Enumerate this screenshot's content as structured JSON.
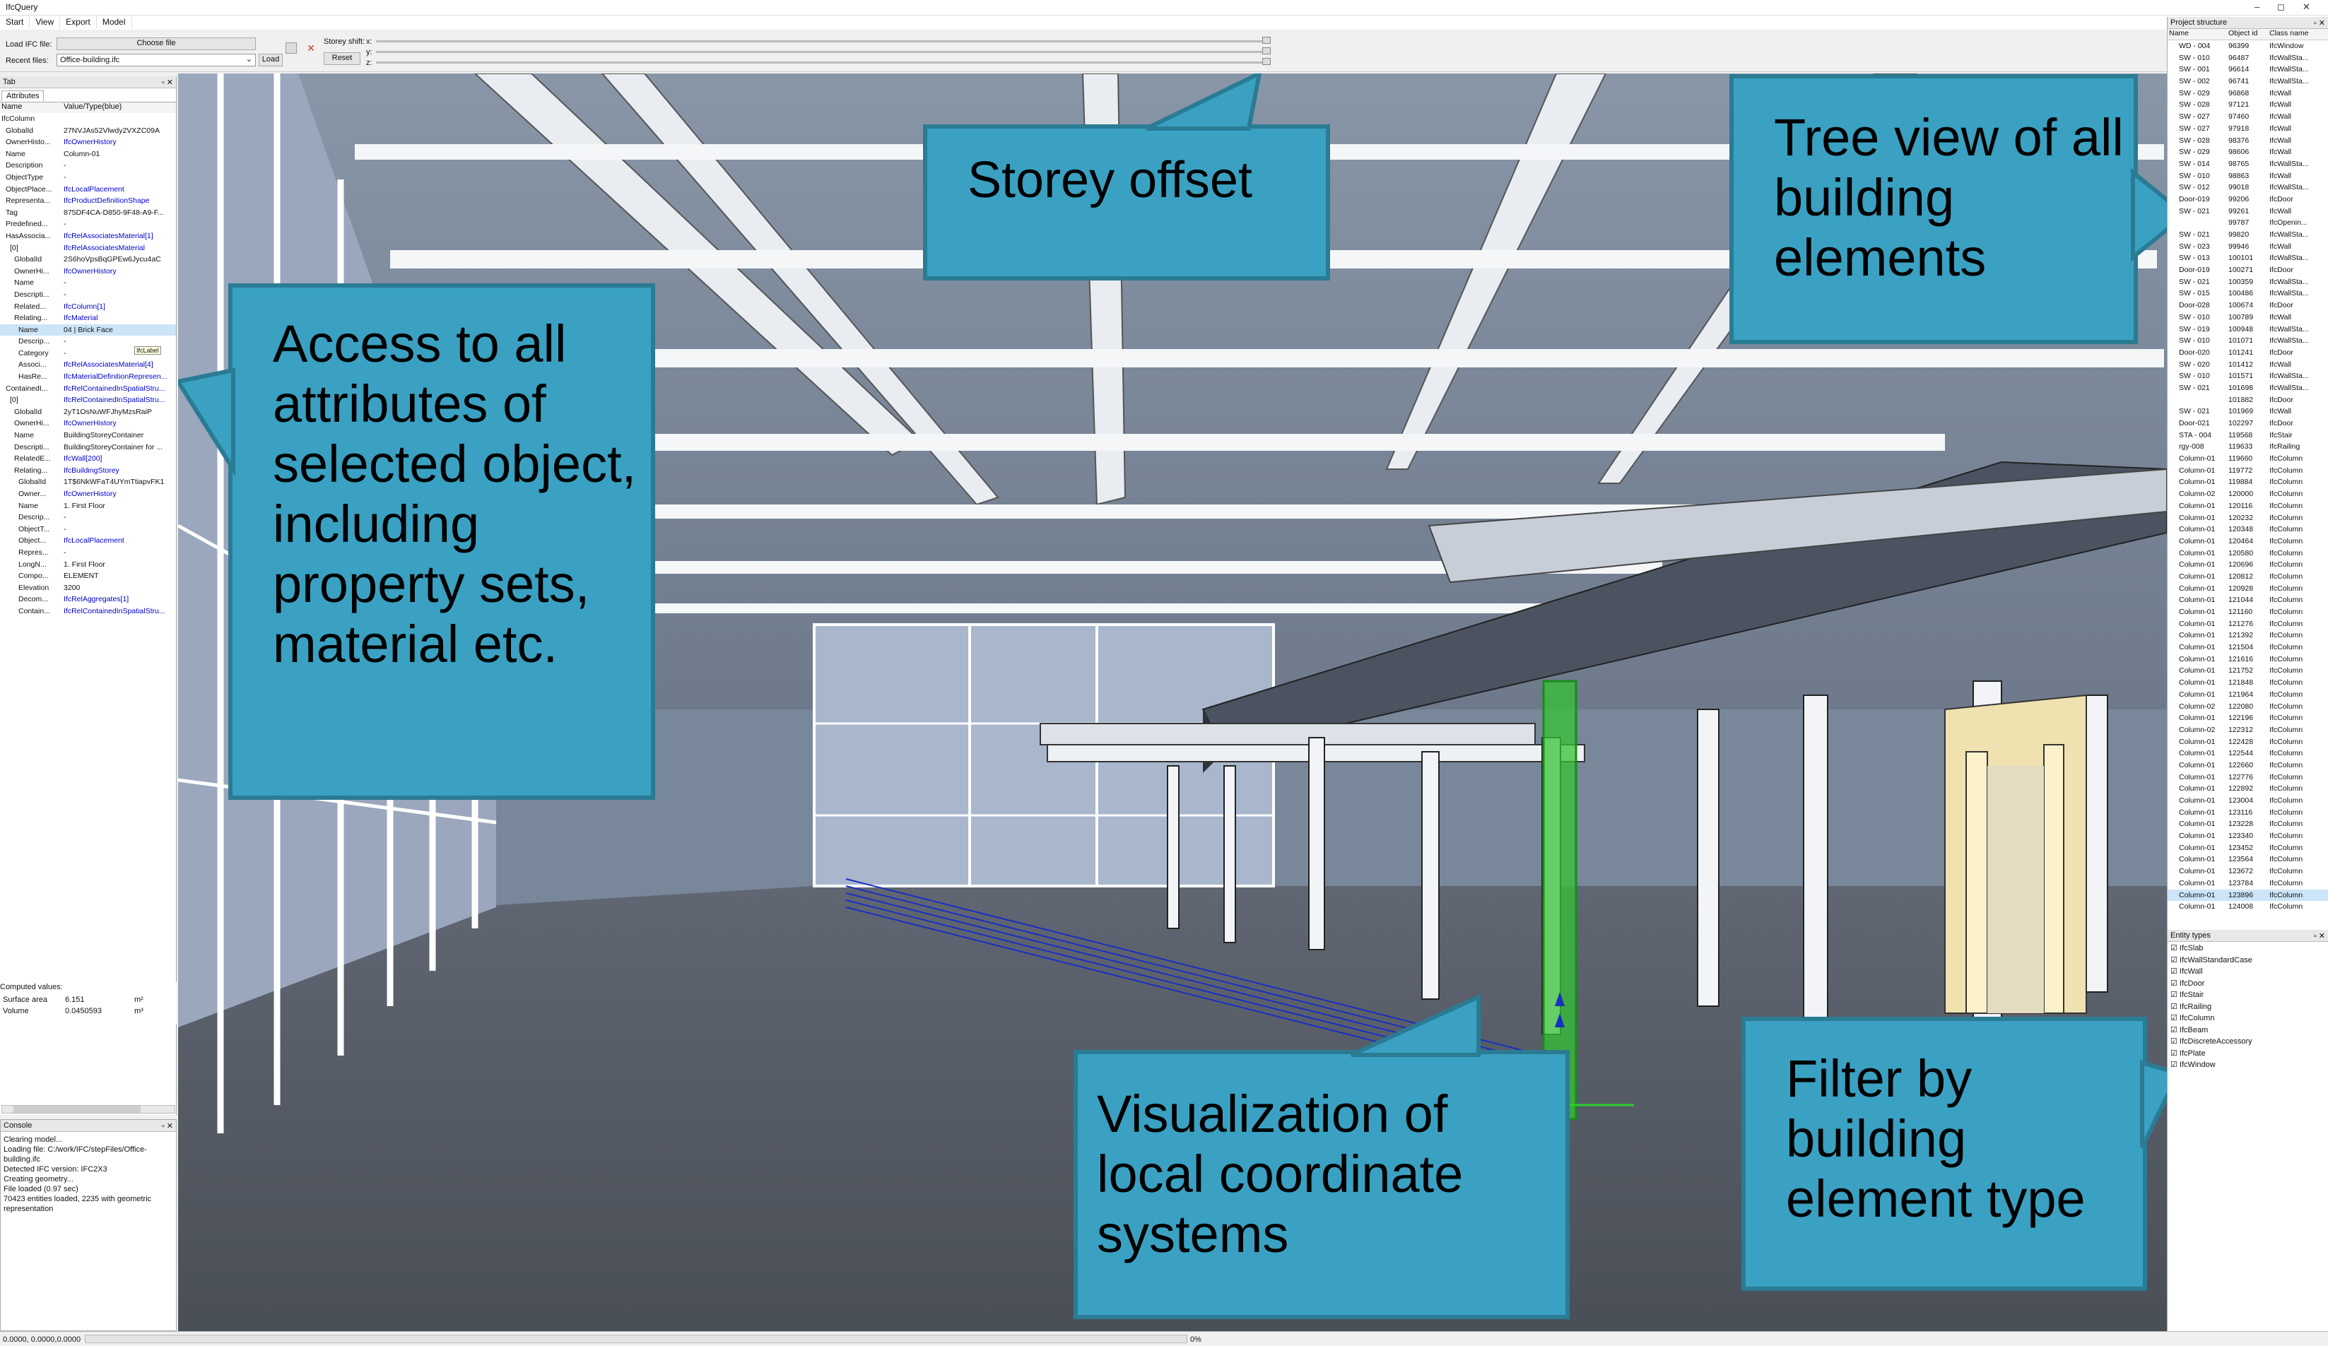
{
  "window": {
    "title": "IfcQuery",
    "controls": [
      "–",
      "◻",
      "✕"
    ]
  },
  "menu": [
    "Start",
    "View",
    "Export",
    "Model"
  ],
  "toolbar": {
    "load_label": "Load IFC file:",
    "choose_file": "Choose file",
    "recent_label": "Recent files:",
    "recent_value": "Office-building.ifc",
    "load_button": "Load",
    "storey_shift_label": "Storey shift:",
    "x_label": "x:",
    "y_label": "y:",
    "z_label": "z:",
    "reset_button": "Reset"
  },
  "left_panel": {
    "header": "Tab",
    "tab": "Attributes",
    "col_name": "Name",
    "col_value": "Value/Type(blue)",
    "rows": [
      {
        "n": "IfcColumn",
        "v": "",
        "l": false
      },
      {
        "n": "GlobalId",
        "v": "27NVJAs52Vlwdy2VXZC09A",
        "l": false
      },
      {
        "n": "OwnerHisto...",
        "v": "IfcOwnerHistory",
        "l": true
      },
      {
        "n": "Name",
        "v": "Column-01",
        "l": false
      },
      {
        "n": "Description",
        "v": "-",
        "l": false
      },
      {
        "n": "ObjectType",
        "v": "-",
        "l": false
      },
      {
        "n": "ObjectPlace...",
        "v": "IfcLocalPlacement",
        "l": true
      },
      {
        "n": "Representa...",
        "v": "IfcProductDefinitionShape",
        "l": true
      },
      {
        "n": "Tag",
        "v": "875DF4CA-D850-9F48-A9-F...",
        "l": false
      },
      {
        "n": "Predefined...",
        "v": "-",
        "l": false
      },
      {
        "n": "HasAssocia...",
        "v": "IfcRelAssociatesMaterial[1]",
        "l": true
      },
      {
        "n": "[0]",
        "v": "IfcRelAssociatesMaterial",
        "l": true
      },
      {
        "n": "GlobalId",
        "v": "2S6hoVpsBqGPEw6Jycu4aC",
        "l": false
      },
      {
        "n": "OwnerHi...",
        "v": "IfcOwnerHistory",
        "l": true
      },
      {
        "n": "Name",
        "v": "-",
        "l": false
      },
      {
        "n": "Descripti...",
        "v": "-",
        "l": false
      },
      {
        "n": "Related...",
        "v": "IfcColumn[1]",
        "l": true
      },
      {
        "n": "Relating...",
        "v": "IfcMaterial",
        "l": true
      },
      {
        "n": "Name",
        "v": "04 | Brick Face",
        "l": false
      },
      {
        "n": "Descrip...",
        "v": "-",
        "l": false
      },
      {
        "n": "Category",
        "v": "-",
        "l": false
      },
      {
        "n": "Associ...",
        "v": "IfcRelAssociatesMaterial[4]",
        "l": true
      },
      {
        "n": "HasRe...",
        "v": "IfcMaterialDefinitionRepresen...",
        "l": true
      },
      {
        "n": "ContainedI...",
        "v": "IfcRelContainedInSpatialStru...",
        "l": true
      },
      {
        "n": "[0]",
        "v": "IfcRelContainedInSpatialStru...",
        "l": true
      },
      {
        "n": "GlobalId",
        "v": "2yT1OsNuWFJhyMzsRaiP",
        "l": false
      },
      {
        "n": "OwnerHi...",
        "v": "IfcOwnerHistory",
        "l": true
      },
      {
        "n": "Name",
        "v": "BuildingStoreyContainer",
        "l": false
      },
      {
        "n": "Descripti...",
        "v": "BuildingStoreyContainer for ...",
        "l": false
      },
      {
        "n": "RelatedE...",
        "v": "IfcWall[200]",
        "l": true
      },
      {
        "n": "Relating...",
        "v": "IfcBuildingStorey",
        "l": true
      },
      {
        "n": "GlobalId",
        "v": "1T$6NkWFaT4UYmTtiapvFK1",
        "l": false
      },
      {
        "n": "Owner...",
        "v": "IfcOwnerHistory",
        "l": true
      },
      {
        "n": "Name",
        "v": "1. First Floor",
        "l": false
      },
      {
        "n": "Descrip...",
        "v": "-",
        "l": false
      },
      {
        "n": "ObjectT...",
        "v": "-",
        "l": false
      },
      {
        "n": "Object...",
        "v": "IfcLocalPlacement",
        "l": true
      },
      {
        "n": "Repres...",
        "v": "-",
        "l": false
      },
      {
        "n": "LongN...",
        "v": "1. First Floor",
        "l": false
      },
      {
        "n": "Compo...",
        "v": "ELEMENT",
        "l": false
      },
      {
        "n": "Elevation",
        "v": "3200",
        "l": false
      },
      {
        "n": "Decom...",
        "v": "IfcRelAggregates[1]",
        "l": true
      },
      {
        "n": "Contain...",
        "v": "IfcRelContainedInSpatialStru...",
        "l": true
      }
    ],
    "tooltip": "IfcLabel",
    "computed_title": "Computed values:",
    "surface_label": "Surface area",
    "surface_value": "6.151",
    "surface_unit": "m²",
    "volume_label": "Volume",
    "volume_value": "0.0450593",
    "volume_unit": "m³"
  },
  "console": {
    "header": "Console",
    "lines": [
      "Clearing model...",
      "Loading file: C:/work/IFC/stepFiles/Office-",
      "building.ifc",
      "Detected IFC version: IFC2X3",
      "Creating geometry...",
      "File loaded (0.97 sec)",
      "70423 entities loaded, 2235 with geometric",
      "representation"
    ]
  },
  "right_panel": {
    "header": "Project structure",
    "cols": [
      "Name",
      "Object id",
      "Class name"
    ],
    "rows": [
      [
        "WD - 004",
        "96399",
        "IfcWindow"
      ],
      [
        "SW - 010",
        "96487",
        "IfcWallSta..."
      ],
      [
        "SW - 001",
        "96614",
        "IfcWallSta..."
      ],
      [
        "SW - 002",
        "96741",
        "IfcWallSta..."
      ],
      [
        "SW - 029",
        "96868",
        "IfcWall"
      ],
      [
        "SW - 028",
        "97121",
        "IfcWall"
      ],
      [
        "SW - 027",
        "97460",
        "IfcWall"
      ],
      [
        "SW - 027",
        "97918",
        "IfcWall"
      ],
      [
        "SW - 028",
        "98376",
        "IfcWall"
      ],
      [
        "SW - 029",
        "98606",
        "IfcWall"
      ],
      [
        "SW - 014",
        "98765",
        "IfcWallSta..."
      ],
      [
        "SW - 010",
        "98863",
        "IfcWall"
      ],
      [
        "SW - 012",
        "99018",
        "IfcWallSta..."
      ],
      [
        "Door-019",
        "99206",
        "IfcDoor"
      ],
      [
        "SW - 021",
        "99261",
        "IfcWall"
      ],
      [
        "",
        "99787",
        "IfcOpenin..."
      ],
      [
        "SW - 021",
        "99820",
        "IfcWallSta..."
      ],
      [
        "SW - 023",
        "99946",
        "IfcWall"
      ],
      [
        "SW - 013",
        "100101",
        "IfcWallSta..."
      ],
      [
        "Door-019",
        "100271",
        "IfcDoor"
      ],
      [
        "SW - 021",
        "100359",
        "IfcWallSta..."
      ],
      [
        "SW - 015",
        "100486",
        "IfcWallSta..."
      ],
      [
        "Door-028",
        "100674",
        "IfcDoor"
      ],
      [
        "SW - 010",
        "100789",
        "IfcWall"
      ],
      [
        "SW - 019",
        "100948",
        "IfcWallSta..."
      ],
      [
        "SW - 010",
        "101071",
        "IfcWallSta..."
      ],
      [
        "Door-020",
        "101241",
        "IfcDoor"
      ],
      [
        "SW - 020",
        "101412",
        "IfcWall"
      ],
      [
        "SW - 010",
        "101571",
        "IfcWallSta..."
      ],
      [
        "SW - 021",
        "101698",
        "IfcWallSta..."
      ],
      [
        "",
        "101882",
        "IfcDoor"
      ],
      [
        "SW - 021",
        "101969",
        "IfcWall"
      ],
      [
        "Door-021",
        "102297",
        "IfcDoor"
      ],
      [
        "STA - 004",
        "119568",
        "IfcStair"
      ],
      [
        "rgy-008",
        "119633",
        "IfcRailing"
      ],
      [
        "Column-01",
        "119660",
        "IfcColumn"
      ],
      [
        "Column-01",
        "119772",
        "IfcColumn"
      ],
      [
        "Column-01",
        "119884",
        "IfcColumn"
      ],
      [
        "Column-02",
        "120000",
        "IfcColumn"
      ],
      [
        "Column-01",
        "120116",
        "IfcColumn"
      ],
      [
        "Column-01",
        "120232",
        "IfcColumn"
      ],
      [
        "Column-01",
        "120348",
        "IfcColumn"
      ],
      [
        "Column-01",
        "120464",
        "IfcColumn"
      ],
      [
        "Column-01",
        "120580",
        "IfcColumn"
      ],
      [
        "Column-01",
        "120696",
        "IfcColumn"
      ],
      [
        "Column-01",
        "120812",
        "IfcColumn"
      ],
      [
        "Column-01",
        "120928",
        "IfcColumn"
      ],
      [
        "Column-01",
        "121044",
        "IfcColumn"
      ],
      [
        "Column-01",
        "121160",
        "IfcColumn"
      ],
      [
        "Column-01",
        "121276",
        "IfcColumn"
      ],
      [
        "Column-01",
        "121392",
        "IfcColumn"
      ],
      [
        "Column-01",
        "121504",
        "IfcColumn"
      ],
      [
        "Column-01",
        "121616",
        "IfcColumn"
      ],
      [
        "Column-01",
        "121752",
        "IfcColumn"
      ],
      [
        "Column-01",
        "121848",
        "IfcColumn"
      ],
      [
        "Column-01",
        "121964",
        "IfcColumn"
      ],
      [
        "Column-02",
        "122080",
        "IfcColumn"
      ],
      [
        "Column-01",
        "122196",
        "IfcColumn"
      ],
      [
        "Column-02",
        "122312",
        "IfcColumn"
      ],
      [
        "Column-01",
        "122428",
        "IfcColumn"
      ],
      [
        "Column-01",
        "122544",
        "IfcColumn"
      ],
      [
        "Column-01",
        "122660",
        "IfcColumn"
      ],
      [
        "Column-01",
        "122776",
        "IfcColumn"
      ],
      [
        "Column-01",
        "122892",
        "IfcColumn"
      ],
      [
        "Column-01",
        "123004",
        "IfcColumn"
      ],
      [
        "Column-01",
        "123116",
        "IfcColumn"
      ],
      [
        "Column-01",
        "123228",
        "IfcColumn"
      ],
      [
        "Column-01",
        "123340",
        "IfcColumn"
      ],
      [
        "Column-01",
        "123452",
        "IfcColumn"
      ],
      [
        "Column-01",
        "123564",
        "IfcColumn"
      ],
      [
        "Column-01",
        "123672",
        "IfcColumn"
      ],
      [
        "Column-01",
        "123784",
        "IfcColumn"
      ],
      [
        "Column-01",
        "123896",
        "IfcColumn"
      ],
      [
        "Column-01",
        "124008",
        "IfcColumn"
      ]
    ],
    "entity_header": "Entity types",
    "entity_types": [
      "IfcSlab",
      "IfcWallStandardCase",
      "IfcWall",
      "IfcDoor",
      "IfcStair",
      "IfcRailing",
      "IfcColumn",
      "IfcBeam",
      "IfcDiscreteAccessory",
      "IfcPlate",
      "IfcWindow"
    ]
  },
  "status": {
    "coords": "0.0000, 0.0000,0.0000",
    "progress": "0%"
  },
  "callouts": {
    "storey": "Storey offset",
    "tree": "Tree view of all building elements",
    "attrs": "Access to all attributes of selected object, including property sets, material etc.",
    "viz": "Visualization of local coordinate systems",
    "filter": "Filter by building element type"
  },
  "colors": {
    "callout_fill": "#3aa1c2",
    "callout_border": "#2a7b94",
    "floor": "#575d66",
    "ceiling": "#7c889a",
    "highlight": "#34d034"
  }
}
